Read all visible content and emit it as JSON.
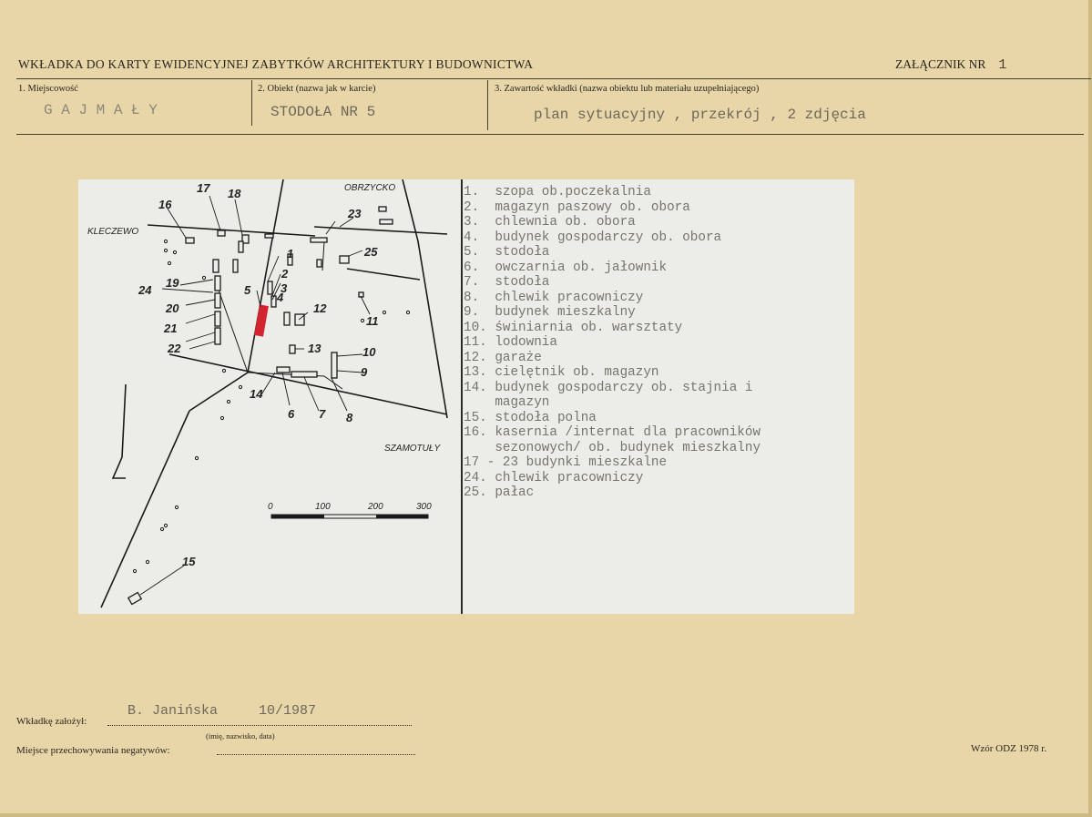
{
  "header": {
    "title": "WKŁADKA DO KARTY EWIDENCYJNEJ ZABYTKÓW ARCHITEKTURY I BUDOWNICTWA",
    "attachment_label": "ZAŁĄCZNIK NR",
    "attachment_number": "1"
  },
  "fields": {
    "place_label": "1. Miejscowość",
    "place_value": "G A J   M A Ł Y",
    "object_label": "2. Obiekt (nazwa jak w karcie)",
    "object_value": "STODOŁA NR 5",
    "content_label": "3. Zawartość wkładki (nazwa obiektu lub materiału uzupełniającego)",
    "content_value": "plan sytuacyjny , przekrój , 2 zdjęcia"
  },
  "map": {
    "place_labels": [
      "KLECZEWO",
      "OBRZYCKO",
      "SZAMOTUŁY"
    ],
    "scale": [
      "0",
      "100",
      "200",
      "300"
    ],
    "building_numbers": [
      "1",
      "2",
      "3",
      "4",
      "5",
      "6",
      "7",
      "8",
      "9",
      "10",
      "11",
      "12",
      "13",
      "14",
      "15",
      "16",
      "17",
      "18",
      "19",
      "20",
      "21",
      "22",
      "23",
      "24",
      "25"
    ],
    "highlight_color": "#d2232f"
  },
  "legend": [
    "1.  szopa ob.poczekalnia",
    "2.  magazyn paszowy ob. obora",
    "3.  chlewnia ob. obora",
    "4.  budynek gospodarczy ob. obora",
    "5.  stodoła",
    "6.  owczarnia ob. jałownik",
    "7.  stodoła",
    "8.  chlewik pracowniczy",
    "9.  budynek mieszkalny",
    "10. świniarnia ob. warsztaty",
    "11. lodownia",
    "12. garaże",
    "13. cielętnik ob. magazyn",
    "14. budynek gospodarczy ob. stajnia i",
    "    magazyn",
    "15. stodoła polna",
    "16. kasernia /internat dla pracowników",
    "    sezonowych/ ob. budynek mieszkalny",
    "17 - 23 budynki mieszkalne",
    "24. chlewik pracowniczy",
    "25. pałac"
  ],
  "footer": {
    "founder_label": "Wkładkę założył:",
    "founder_name": "B. Janińska",
    "founder_date": "10/1987",
    "founder_caption": "(imię, nazwisko, data)",
    "negatives_label": "Miejsce przechowywania negatywów:",
    "form_model": "Wzór ODZ 1978 r."
  }
}
